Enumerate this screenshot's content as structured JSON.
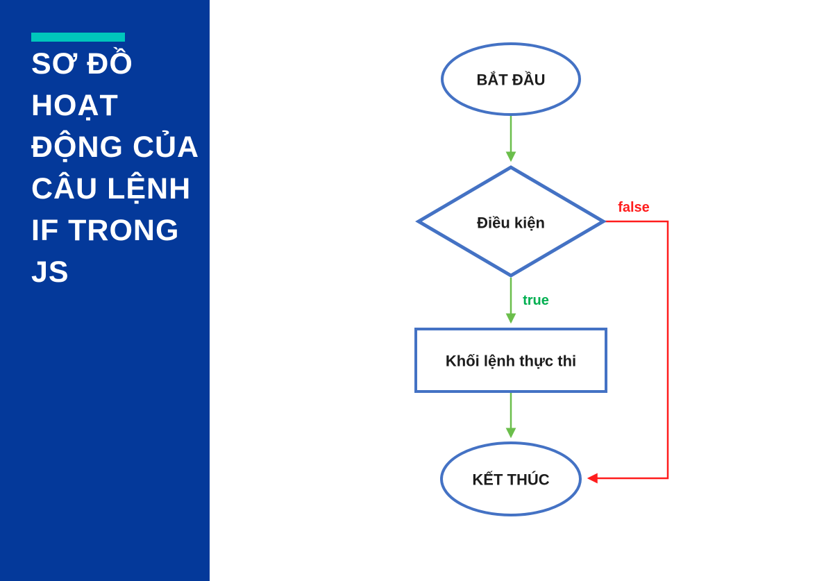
{
  "sidebar": {
    "title_lines": [
      "SƠ ĐỒ",
      "HOẠT",
      "ĐỘNG CỦA",
      "CÂU LỆNH",
      "IF TRONG",
      "JS"
    ],
    "background_color": "#04399A",
    "accent_color": "#00C7BC"
  },
  "flowchart": {
    "start_label": "BẮT ĐẦU",
    "condition_label": "Điều kiện",
    "process_label": "Khối lệnh thực thi",
    "end_label": "KẾT THÚC",
    "true_label": "true",
    "false_label": "false",
    "colors": {
      "shape_border": "#4472C4",
      "arrow_green": "#6BBE4B",
      "true_green": "#00AF50",
      "false_red": "#FF1D1D",
      "label_text": "#1c1c1c"
    }
  }
}
